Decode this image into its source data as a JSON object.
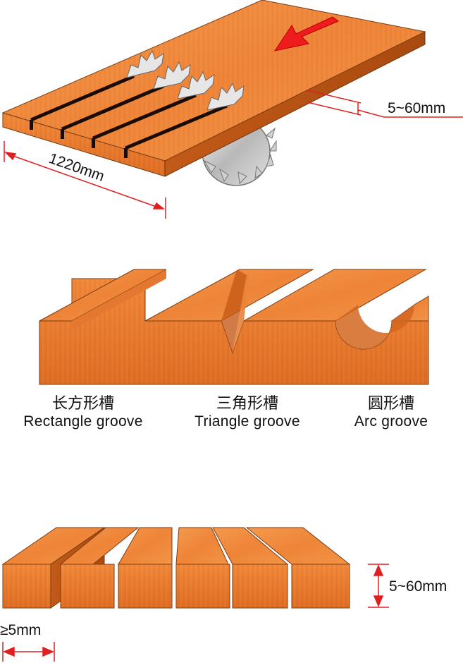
{
  "board": {
    "thickness_label": "5~60mm",
    "length_label": "1220mm"
  },
  "grooves": [
    {
      "zh": "长方形槽",
      "en": "Rectangle groove"
    },
    {
      "zh": "三角形槽",
      "en": "Triangle groove"
    },
    {
      "zh": "圆形槽",
      "en": "Arc groove"
    }
  ],
  "strips": {
    "height_label": "5~60mm",
    "width_label": "≥5mm"
  },
  "colors": {
    "wood_top": "#f28a3c",
    "wood_front": "#e8782a",
    "wood_side": "#c75d1a",
    "arrow_red": "#ee1c1c",
    "dimension_red": "#e02020"
  }
}
